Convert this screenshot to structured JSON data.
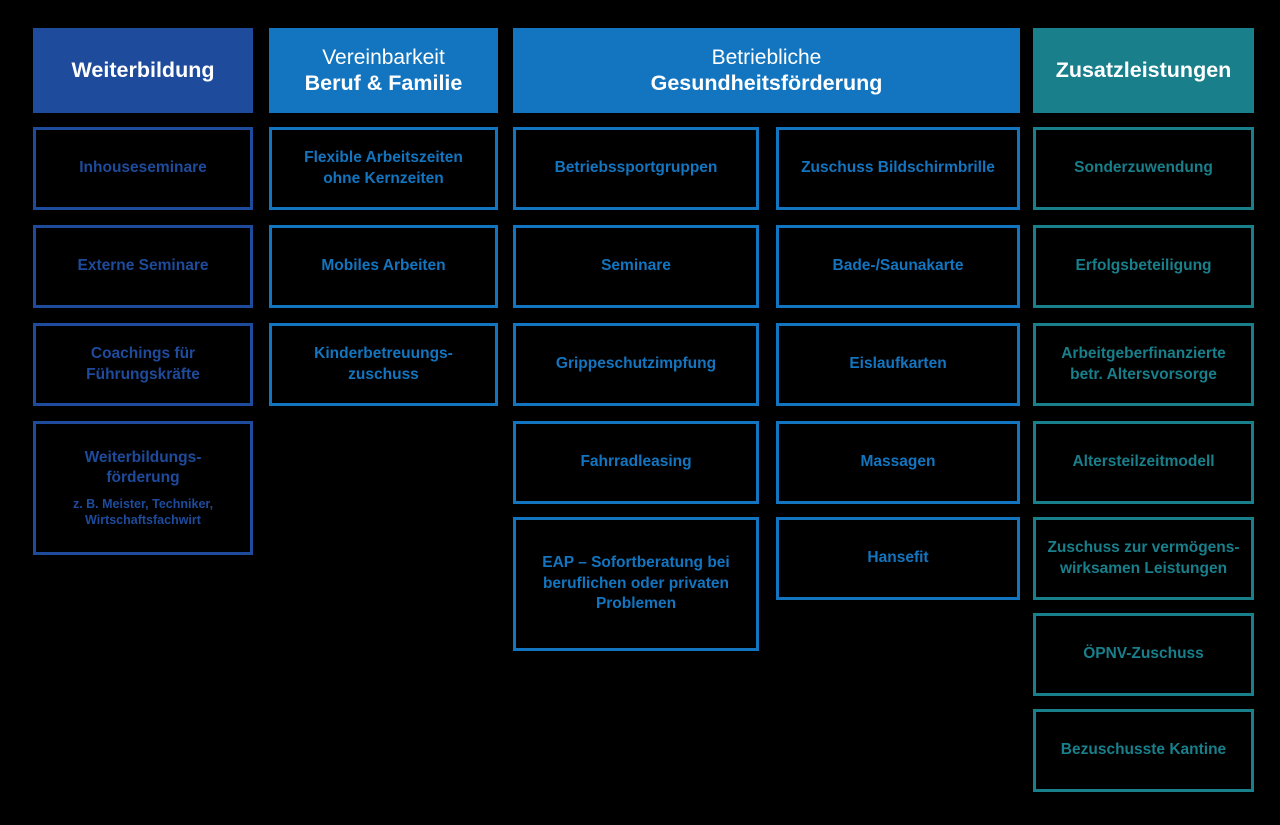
{
  "colors": {
    "background": "#000000",
    "dark_blue": "#1e4b9c",
    "medium_blue": "#1375bf",
    "teal": "#187f8b",
    "header_text": "#ffffff"
  },
  "columns": [
    {
      "header": {
        "line1": "",
        "line2": "Weiterbildung"
      },
      "items": [
        {
          "label": "Inhouseseminare"
        },
        {
          "label": "Externe Seminare"
        },
        {
          "label": "Coachings für\nFührungskräfte"
        },
        {
          "label": "Weiterbildungs-\nförderung",
          "note": "z. B. Meister, Techniker,\nWirtschaftsfachwirt"
        }
      ]
    },
    {
      "header": {
        "line1": "Vereinbarkeit",
        "line2": "Beruf & Familie"
      },
      "items": [
        {
          "label": "Flexible Arbeitszeiten\nohne Kernzeiten"
        },
        {
          "label": "Mobiles Arbeiten"
        },
        {
          "label": "Kinderbetreuungs-\nzuschuss"
        }
      ]
    },
    {
      "header": {
        "line1": "Betriebliche",
        "line2": "Gesundheitsförderung"
      },
      "subcolumns": [
        {
          "items": [
            {
              "label": "Betriebssportgruppen"
            },
            {
              "label": "Seminare"
            },
            {
              "label": "Grippeschutzimpfung"
            },
            {
              "label": "Fahrradleasing"
            },
            {
              "label": "EAP – Sofortberatung bei\nberuflichen oder privaten\nProblemen"
            }
          ]
        },
        {
          "items": [
            {
              "label": "Zuschuss Bildschirmbrille"
            },
            {
              "label": "Bade-/Saunakarte"
            },
            {
              "label": "Eislaufkarten"
            },
            {
              "label": "Massagen"
            },
            {
              "label": "Hansefit"
            }
          ]
        }
      ]
    },
    {
      "header": {
        "line1": "",
        "line2": "Zusatzleistungen"
      },
      "items": [
        {
          "label": "Sonderzuwendung"
        },
        {
          "label": "Erfolgsbeteiligung"
        },
        {
          "label": "Arbeitgeberfinanzierte\nbetr. Altersvorsorge"
        },
        {
          "label": "Altersteilzeitmodell"
        },
        {
          "label": "Zuschuss zur vermögens-\nwirksamen Leistungen"
        },
        {
          "label": "ÖPNV-Zuschuss"
        },
        {
          "label": "Bezuschusste Kantine"
        }
      ]
    }
  ]
}
